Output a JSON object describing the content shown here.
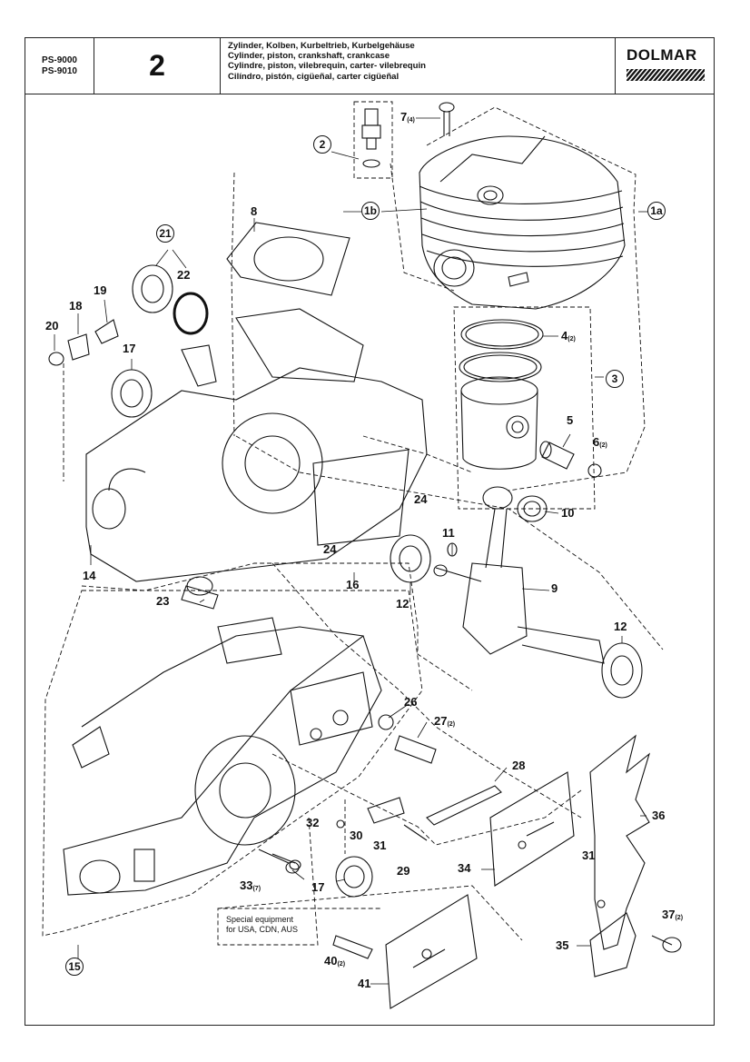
{
  "header": {
    "models": [
      "PS-9000",
      "PS-9010"
    ],
    "page_number": "2",
    "titles": [
      "Zylinder, Kolben, Kurbeltrieb, Kurbelgehäuse",
      "Cylinder, piston, crankshaft, crankcase",
      "Cylindre, piston, vilebrequin, carter- vilebrequin",
      "Cilíndro, pistón, cigüeñal, carter cigüeñal"
    ],
    "brand": "DOLMAR"
  },
  "callouts": {
    "c1a": "1a",
    "c1b": "1b",
    "c2": "2",
    "c3": "3",
    "c4": "4",
    "c4q": "(2)",
    "c5": "5",
    "c6": "6",
    "c6q": "(2)",
    "c7": "7",
    "c7q": "(4)",
    "c8": "8",
    "c9": "9",
    "c10": "10",
    "c11": "11",
    "c12a": "12",
    "c12b": "12",
    "c14": "14",
    "c15": "15",
    "c16": "16",
    "c17a": "17",
    "c17b": "17",
    "c18": "18",
    "c19": "19",
    "c20": "20",
    "c21": "21",
    "c22": "22",
    "c23": "23",
    "c24a": "24",
    "c24b": "24",
    "c26": "26",
    "c27": "27",
    "c27q": "(2)",
    "c28": "28",
    "c29": "29",
    "c30": "30",
    "c31a": "31",
    "c31b": "31",
    "c32": "32",
    "c33": "33",
    "c33q": "(7)",
    "c34": "34",
    "c35": "35",
    "c36": "36",
    "c37": "37",
    "c37q": "(2)",
    "c40": "40",
    "c40q": "(2)",
    "c41": "41"
  },
  "special_note": [
    "Special equipment",
    "for USA, CDN, AUS"
  ]
}
